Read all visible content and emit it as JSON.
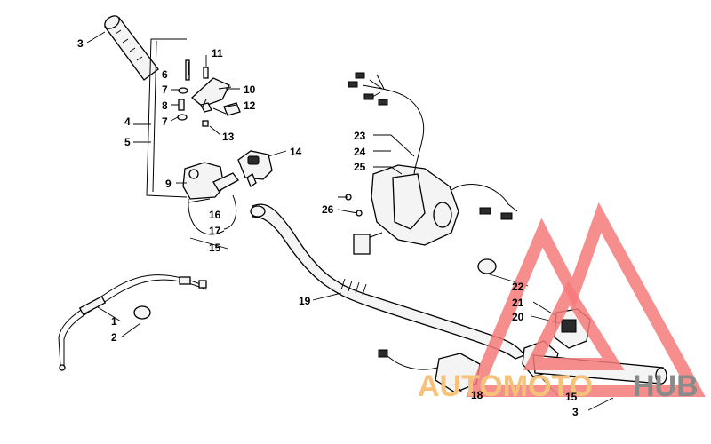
{
  "callouts": {
    "c1": "1",
    "c2": "2",
    "c3a": "3",
    "c3b": "3",
    "c4": "4",
    "c5": "5",
    "c6": "6",
    "c7a": "7",
    "c7b": "7",
    "c8": "8",
    "c9": "9",
    "c10": "10",
    "c11": "11",
    "c12": "12",
    "c13": "13",
    "c14": "14",
    "c15a": "15",
    "c15b": "15",
    "c16": "16",
    "c17": "17",
    "c18": "18",
    "c19": "19",
    "c20": "20",
    "c21": "21",
    "c22": "22",
    "c23": "23",
    "c24": "24",
    "c25": "25",
    "c26": "26"
  },
  "watermark": {
    "text_part1": "AUTOMOTO",
    "text_part2": "HUB",
    "colors": {
      "logo": "#f47a7a",
      "text_orange": "#f6c27a",
      "text_gray": "#8a8a8a"
    }
  }
}
